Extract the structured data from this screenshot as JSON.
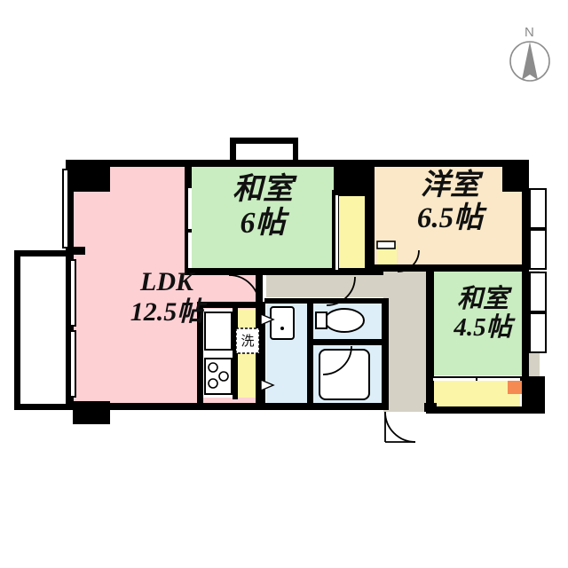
{
  "document": {
    "type": "japanese-floor-plan",
    "title": "3LDK Apartment Floor Plan"
  },
  "compass": {
    "label": "N",
    "name": "north-indicator",
    "arrow_color": "#8c8c8c",
    "circle_color": "#8c8c8c"
  },
  "palette": {
    "ldk": "#fdd0d4",
    "washitsu": "#c9ecc0",
    "yoshitsu": "#fae8c8",
    "closet": "#fbf5a8",
    "hallway": "#d5d1c4",
    "water": "#ddeef8",
    "accent_orange": "#f58b52",
    "wall": "#000000",
    "white": "#ffffff"
  },
  "rooms": [
    {
      "id": "ldk",
      "name": "living-dining-kitchen",
      "label_line1": "LDK",
      "label_line2": "12.5帖",
      "color": "#fdd0d4",
      "size_jo": 12.5
    },
    {
      "id": "washitsu-6",
      "name": "japanese-room-6jo",
      "label_line1": "和室",
      "label_line2": "6帖",
      "color": "#c9ecc0",
      "size_jo": 6
    },
    {
      "id": "yoshitsu-65",
      "name": "western-room-6p5jo",
      "label_line1": "洋室",
      "label_line2": "6.5帖",
      "color": "#fae8c8",
      "size_jo": 6.5
    },
    {
      "id": "washitsu-45",
      "name": "japanese-room-4p5jo",
      "label_line1": "和室",
      "label_line2": "4.5帖",
      "color": "#c9ecc0",
      "size_jo": 4.5
    }
  ],
  "fixtures": {
    "washer_label": "洗",
    "washer_name": "washing-machine-space",
    "sink_name": "kitchen-sink",
    "stove_name": "kitchen-stove",
    "toilet_name": "toilet-fixture",
    "bathtub_name": "bathtub",
    "washbasin_name": "washbasin",
    "entrance_door_name": "entrance-door"
  },
  "areas": {
    "hallway_name": "hallway-corridor",
    "balcony_west_name": "balcony-west",
    "balcony_east_upper_name": "balcony-east-upper",
    "balcony_east_lower_name": "balcony-east-lower",
    "bay_window_name": "bay-window-north",
    "entrance_name": "entrance-genkan"
  }
}
